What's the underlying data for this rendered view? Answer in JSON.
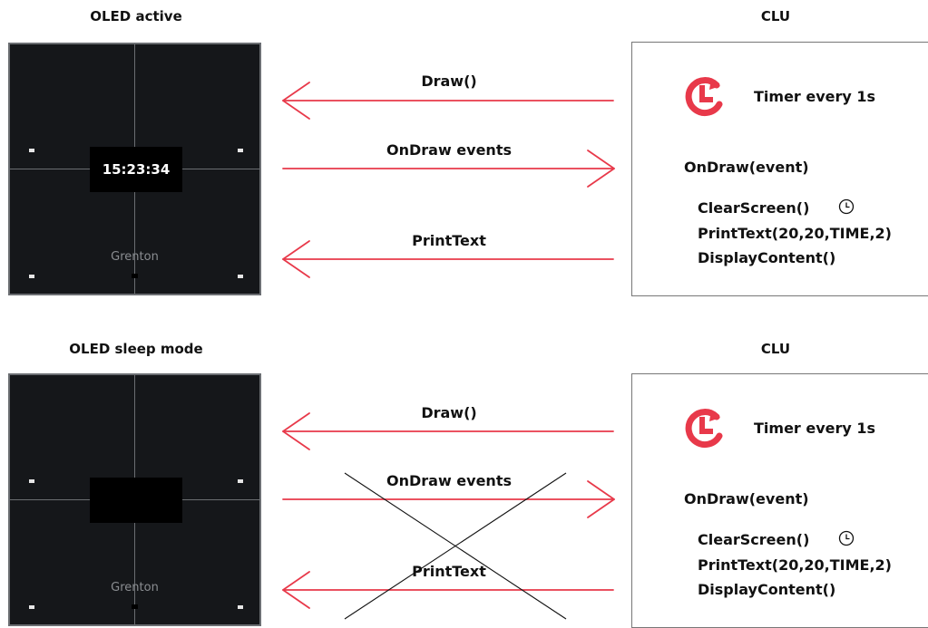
{
  "colors": {
    "arrow": "#e8394a",
    "accent": "#e8394a",
    "panel_bg": "#15171a",
    "panel_border": "#6b6e72",
    "screen_bg": "#000000"
  },
  "top_section": {
    "oled_title": "OLED active",
    "clu_title": "CLU",
    "screen_time": "15:23:34",
    "brand": "Grenton",
    "arrows": {
      "draw": "Draw()",
      "ondraw_events": "OnDraw events",
      "printtext": "PrintText"
    },
    "clu": {
      "timer_label": "Timer every 1s",
      "ondraw": "OnDraw(event)",
      "clear_screen": "ClearScreen()",
      "print_text": "PrintText(20,20,TIME,2)",
      "display_content": "DisplayContent()",
      "timer_icon": "timer-refresh-icon",
      "clock_icon": "clock-icon"
    }
  },
  "bottom_section": {
    "oled_title": "OLED sleep mode",
    "clu_title": "CLU",
    "screen_time": "",
    "brand": "Grenton",
    "arrows": {
      "draw": "Draw()",
      "ondraw_events": "OnDraw events",
      "printtext": "PrintText"
    },
    "clu": {
      "timer_label": "Timer every 1s",
      "ondraw": "OnDraw(event)",
      "clear_screen": "ClearScreen()",
      "print_text": "PrintText(20,20,TIME,2)",
      "display_content": "DisplayContent()",
      "timer_icon": "timer-refresh-icon",
      "clock_icon": "clock-icon"
    }
  }
}
